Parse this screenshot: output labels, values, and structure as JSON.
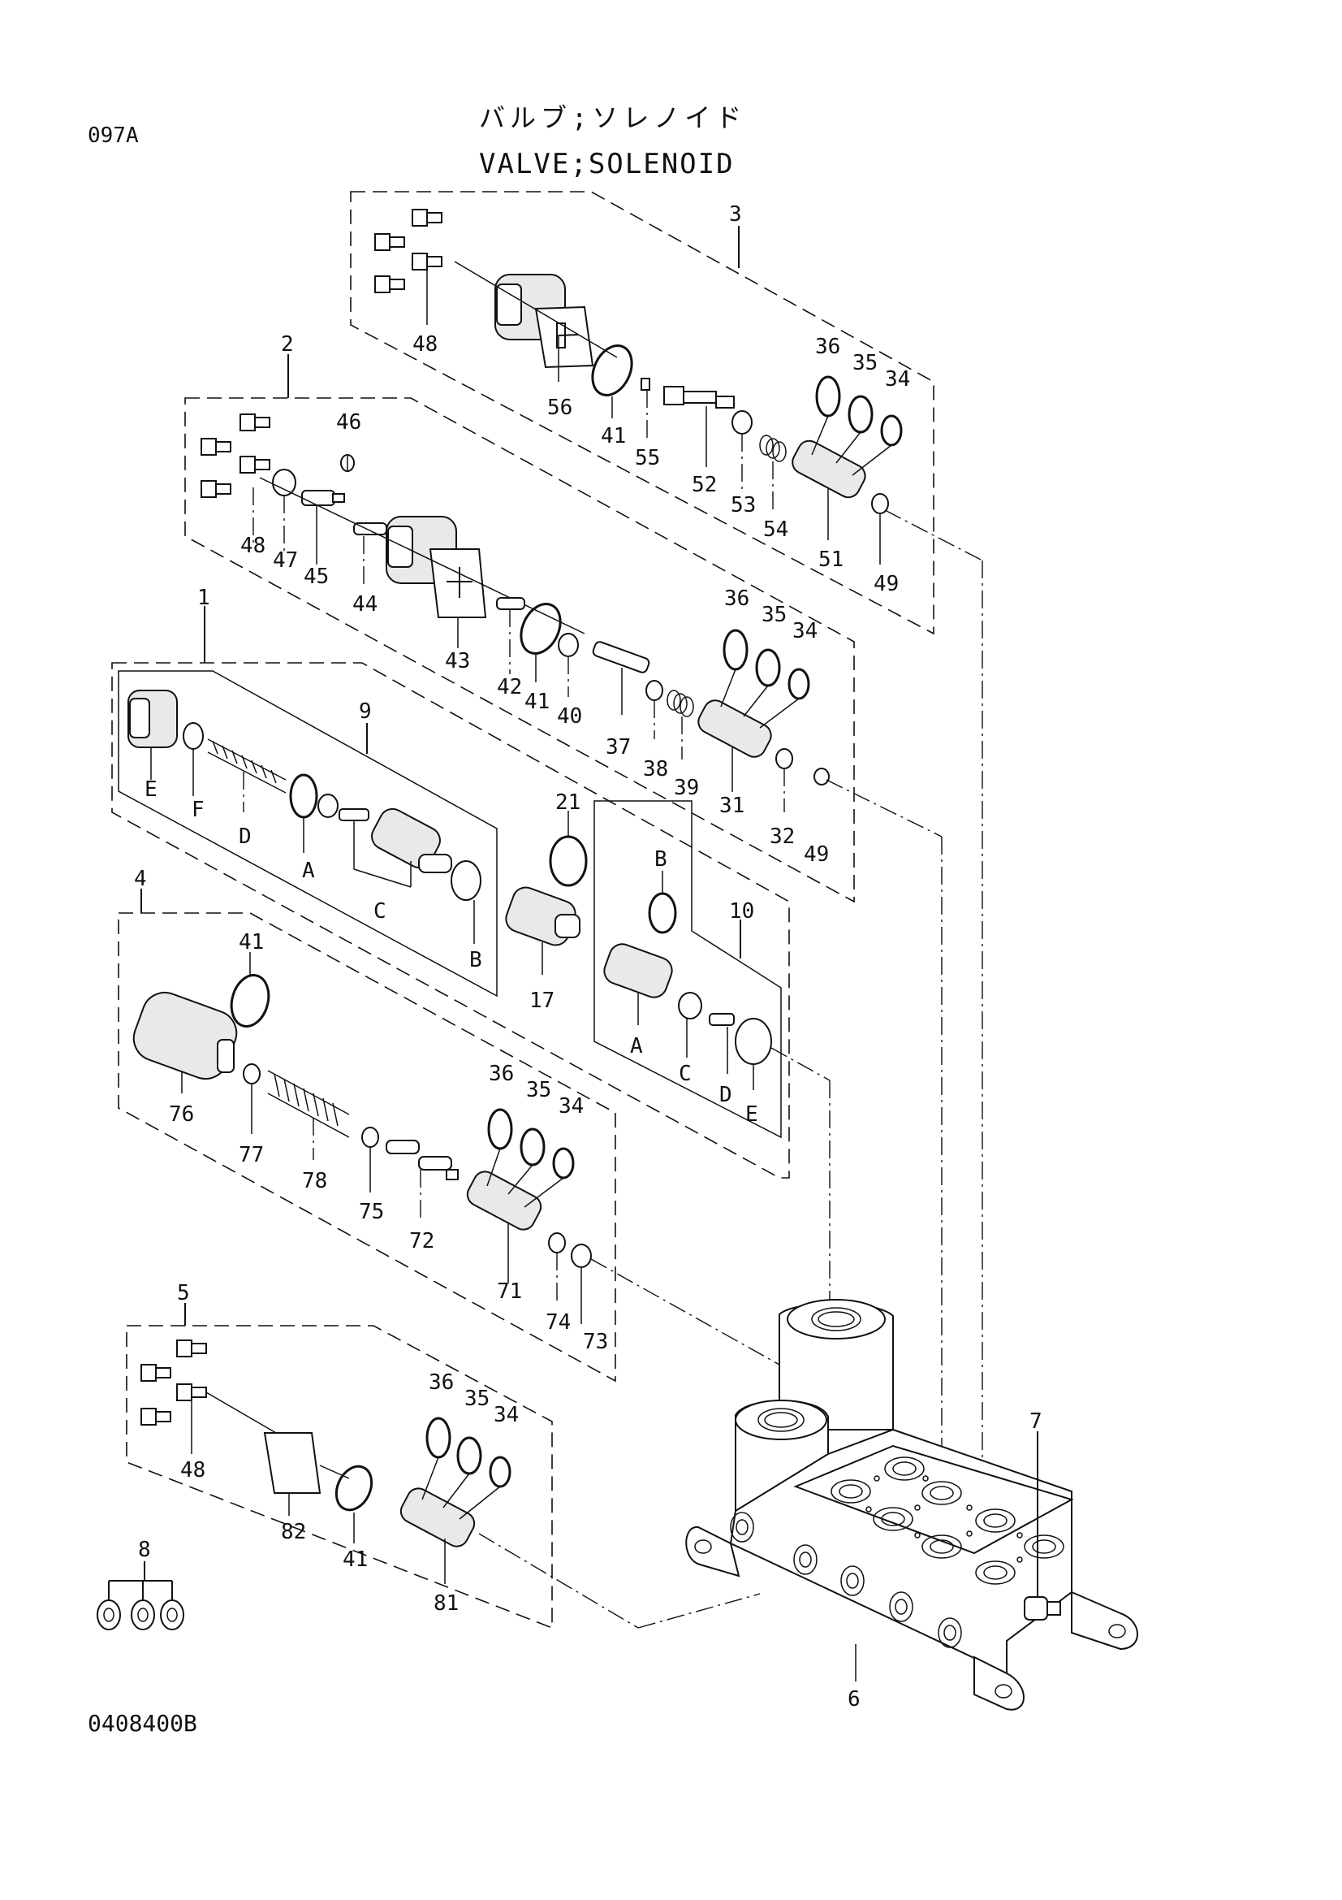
{
  "header": {
    "page_code": "097A",
    "title_jp": "バルブ;ソレノイド",
    "title_en": "VALVE;SOLENOID",
    "drawing_no": "0408400B"
  },
  "callouts": {
    "c3": "3",
    "c48a": "48",
    "c56": "56",
    "c41a": "41",
    "c55": "55",
    "c52": "52",
    "c53": "53",
    "c54": "54",
    "c51": "51",
    "c49a": "49",
    "c36a": "36",
    "c35a": "35",
    "c34a": "34",
    "c2": "2",
    "c46": "46",
    "c48b": "48",
    "c47": "47",
    "c45": "45",
    "c44": "44",
    "c43": "43",
    "c42": "42",
    "c41b": "41",
    "c40": "40",
    "c37": "37",
    "c38": "38",
    "c39": "39",
    "c31": "31",
    "c32": "32",
    "c49b": "49",
    "c36b": "36",
    "c35b": "35",
    "c34b": "34",
    "c1": "1",
    "c9": "9",
    "c9E": "E",
    "c9F": "F",
    "c9D": "D",
    "c9A": "A",
    "c9C": "C",
    "c9B": "B",
    "c21": "21",
    "c17": "17",
    "c10": "10",
    "c10B": "B",
    "c10A": "A",
    "c10C": "C",
    "c10D": "D",
    "c10E": "E",
    "c4": "4",
    "c41c": "41",
    "c76": "76",
    "c77": "77",
    "c78": "78",
    "c75": "75",
    "c72": "72",
    "c71": "71",
    "c74": "74",
    "c73": "73",
    "c36c": "36",
    "c35c": "35",
    "c34c": "34",
    "c5": "5",
    "c48c": "48",
    "c82": "82",
    "c41d": "41",
    "c81": "81",
    "c36d": "36",
    "c35d": "35",
    "c34d": "34",
    "c8": "8",
    "c7": "7",
    "c6": "6"
  }
}
